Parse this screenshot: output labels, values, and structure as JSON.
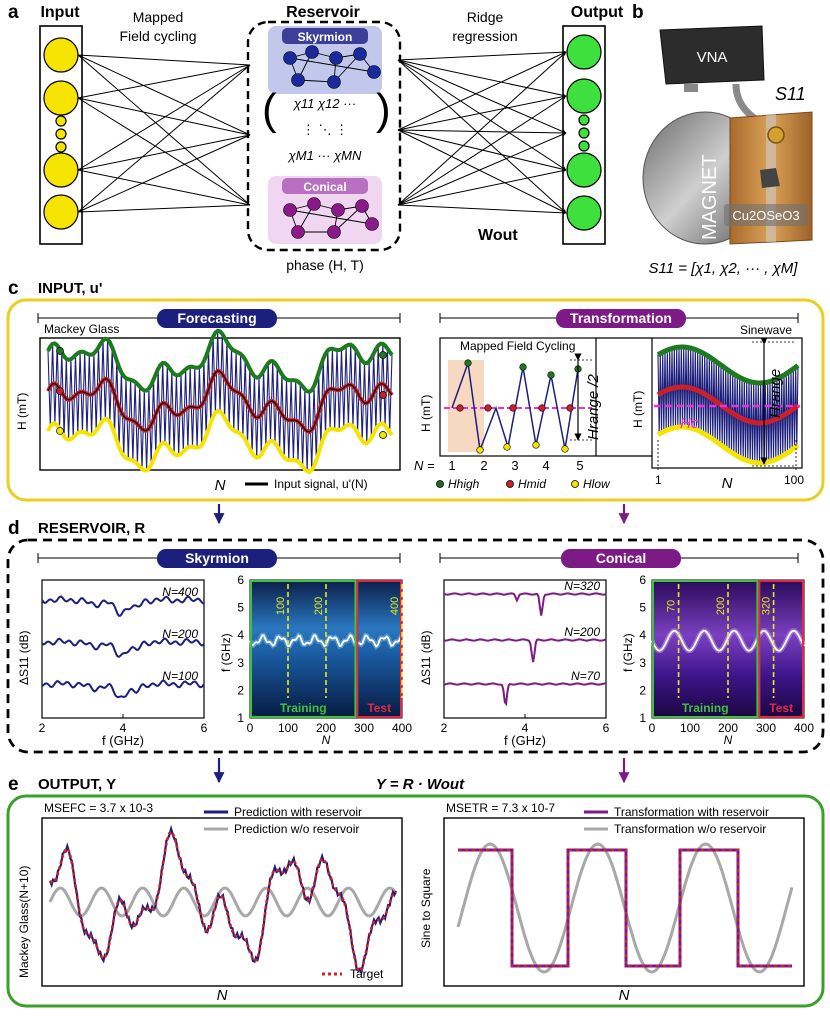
{
  "panel_a": {
    "letter": "a",
    "input_title": "Input",
    "output_title": "Output",
    "reservoir_title": "Reservoir",
    "mapped_field_line1": "Mapped",
    "mapped_field_line2": "Field cycling",
    "ridge_line1": "Ridge",
    "ridge_line2": "regression",
    "skyrmion_label": "Skyrmion",
    "conical_label": "Conical",
    "matrix_row1": "χ11  χ12  ···",
    "matrix_row2": "⋮      ⋱      ⋮",
    "matrix_row3": "χM1  ···  χMN",
    "phase_label": "phase (H, T)",
    "w_out_label": "Wout"
  },
  "panel_b": {
    "letter": "b",
    "vna_label": "VNA",
    "s11_label": "S11",
    "magnet_label": "MAGNET",
    "material_label": "Cu2OSeO3",
    "equation": "S11 = [χ1, χ2, ··· , χM]"
  },
  "panel_c": {
    "letter": "c",
    "title": "INPUT, u'",
    "forecasting_label": "Forecasting",
    "transformation_label": "Transformation",
    "mackey_label": "Mackey Glass",
    "h_axis": "H (mT)",
    "n_axis": "N",
    "legend_input": "Input signal, u'(N)",
    "mfc_title": "Mapped Field Cycling",
    "hrange_half": "Hrange /2",
    "n_prefix": "N =",
    "n_ticks": [
      "1",
      "2",
      "3",
      "4",
      "5"
    ],
    "legend_high": "Hhigh",
    "legend_mid": "Hmid",
    "legend_low": "Hlow",
    "sinewave_label": "Sinewave",
    "hrange_label": "Hrange",
    "hc_label": "Hc",
    "sine_n_start": "1",
    "sine_n_end": "100"
  },
  "panel_d": {
    "letter": "d",
    "title": "RESERVOIR, R",
    "skyrmion_label": "Skyrmion",
    "conical_label": "Conical",
    "ds11_axis": "ΔS11 (dB)",
    "f_axis": "f (GHz)",
    "f_axis_v": "f (GHz)",
    "n_axis": "N",
    "sky_traces": [
      "N=400",
      "N=200",
      "N=100"
    ],
    "con_traces": [
      "N=320",
      "N=200",
      "N=70"
    ],
    "x_ticks_spectra": [
      "2",
      "4",
      "6"
    ],
    "map_y_ticks": [
      "1",
      "2",
      "3",
      "4",
      "5",
      "6"
    ],
    "map_x_ticks": [
      "0",
      "100",
      "200",
      "300",
      "400"
    ],
    "sky_markers": [
      "100",
      "200",
      "400"
    ],
    "con_markers": [
      "70",
      "200",
      "320"
    ],
    "training_label": "Training",
    "test_label": "Test"
  },
  "panel_e": {
    "letter": "e",
    "title": "OUTPUT, Y",
    "equation": "Y = R · Wout",
    "mse_fc": "MSEFC = 3.7 x 10-3",
    "mse_tr": "MSETR = 7.3 x 10-7",
    "pred_with": "Prediction with reservoir",
    "pred_without": "Prediction w/o reservoir",
    "trans_with": "Transformation with reservoir",
    "trans_without": "Transformation w/o reservoir",
    "target_label": "Target",
    "mackey_axis": "Mackey Glass(N+10)",
    "sine_axis": "Sine to Square",
    "n_axis": "N"
  },
  "colors": {
    "input_yellow": "#f5e400",
    "output_green": "#3ee03e",
    "navy": "#1c1f7c",
    "purple": "#7c1a86",
    "yellow_box": "#e8d020",
    "green_box": "#3aa02a",
    "red": "#d42020",
    "gray": "#a8a8a8",
    "magenta": "#ee30d8"
  }
}
